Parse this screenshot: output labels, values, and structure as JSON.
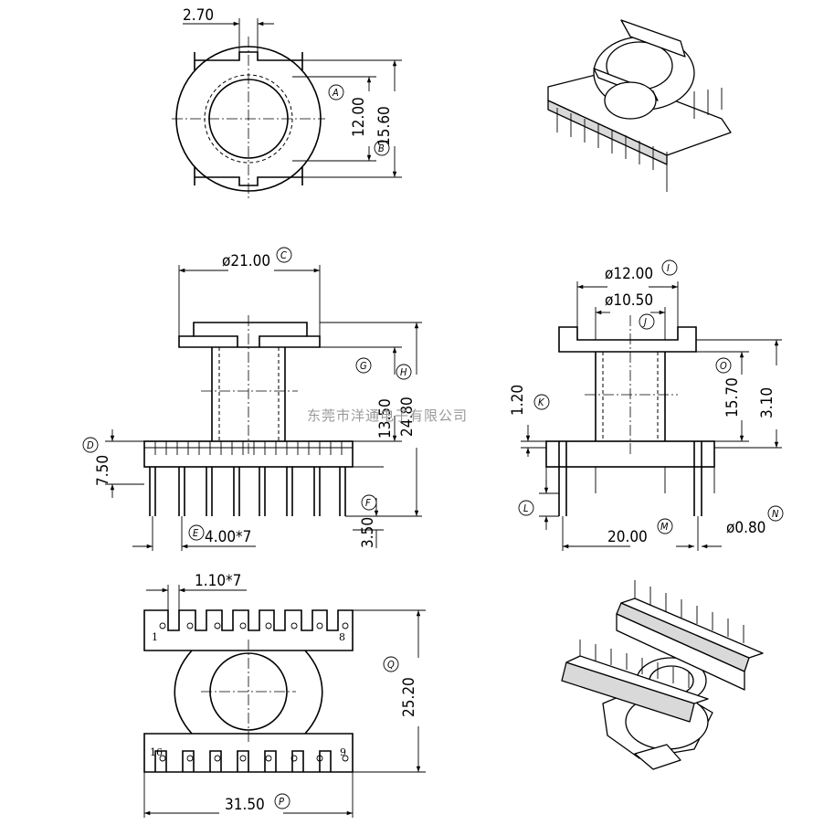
{
  "watermark": "东莞市洋通电子有限公司",
  "top_view": {
    "slot_width": "2.70",
    "inner_dia": "12.00",
    "outer_dia": "15.60",
    "tags": {
      "inner": "A",
      "outer": "B"
    }
  },
  "front_view": {
    "flange_width": "ø21.00",
    "core_height": "13.50",
    "total_height": "24.80",
    "base_height": "7.50",
    "pin_length": "3.50",
    "pin_pitch": "4.00*7",
    "tags": {
      "flange": "C",
      "base": "D",
      "pitch": "E",
      "pin": "F",
      "core": "G",
      "total": "H"
    }
  },
  "side_view": {
    "outer_dia": "ø12.00",
    "inner_dia": "ø10.50",
    "shoulder": "1.20",
    "core_height": "15.70",
    "lip": "3.10",
    "row_spacing": "20.00",
    "pin_dia": "ø0.80",
    "tags": {
      "outer": "I",
      "inner": "J",
      "shoulder": "K",
      "pin": "L",
      "spacing": "M",
      "pin_dia": "N",
      "core": "O"
    }
  },
  "bottom_view": {
    "slot_width": "1.10*7",
    "width": "31.50",
    "height": "25.20",
    "pin_labels": {
      "top_left": "1",
      "top_right": "8",
      "bottom_left": "16",
      "bottom_right": "9"
    },
    "tags": {
      "width": "P",
      "height": "Q"
    }
  }
}
